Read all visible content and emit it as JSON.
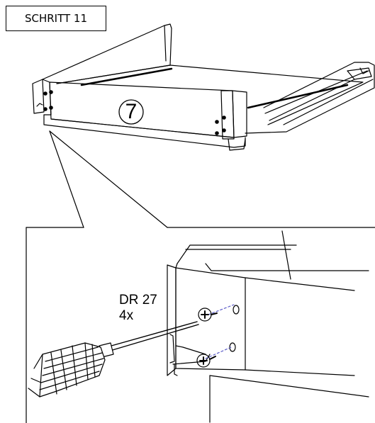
{
  "step": {
    "label": "SCHRITT 11"
  },
  "part": {
    "number": "7"
  },
  "fastener": {
    "code": "DR 27",
    "quantity": "4x"
  },
  "colors": {
    "line": "#000000",
    "background": "#ffffff",
    "dash": "#5b5bc8"
  },
  "icons": [
    "screwdriver-icon",
    "screw-icon"
  ]
}
